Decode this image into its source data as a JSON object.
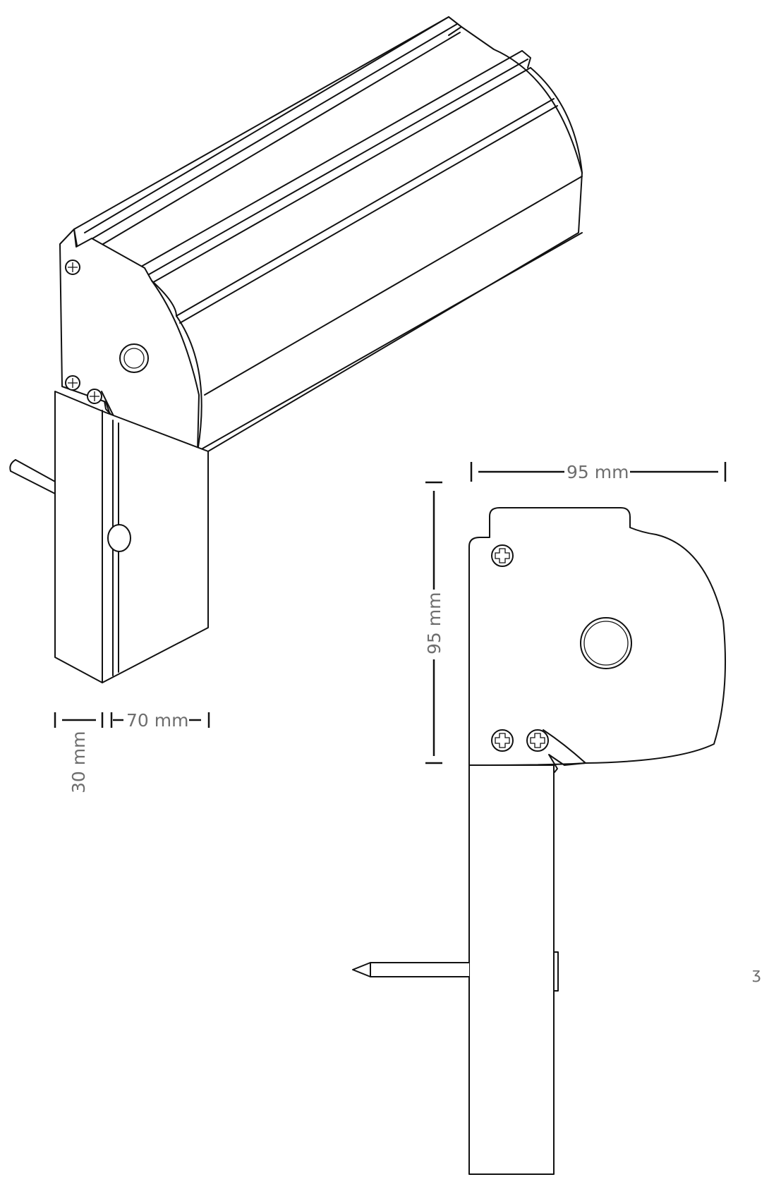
{
  "dimensions": {
    "iso_width": "30 mm",
    "iso_depth": "70 mm",
    "side_width": "95 mm",
    "side_height": "95 mm"
  },
  "stray_mark": "ʒ"
}
